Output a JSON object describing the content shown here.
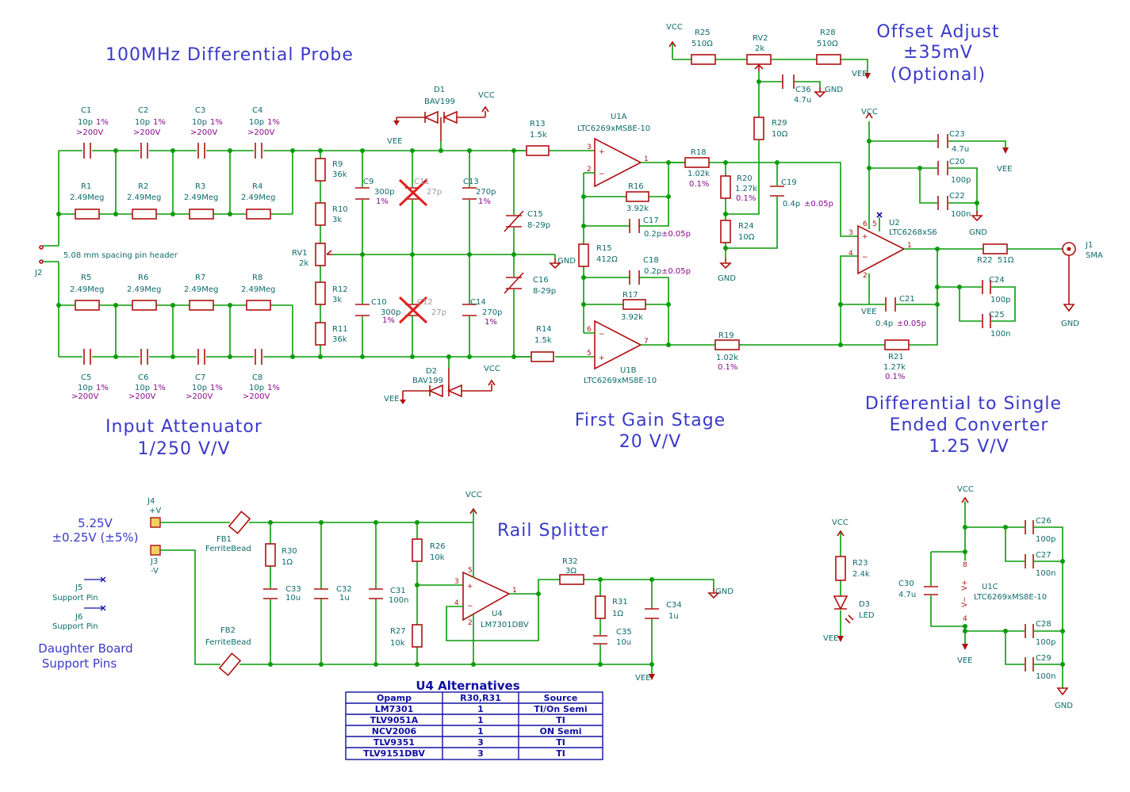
{
  "titles": {
    "main": "100MHz Differential Probe",
    "offset": [
      "Offset Adjust",
      "±35mV",
      "(Optional)"
    ],
    "attenuator": [
      "Input Attenuator",
      "1/250 V/V"
    ],
    "gain": [
      "First Gain Stage",
      "20 V/V"
    ],
    "converter": [
      "Differential to Single",
      "Ended Converter",
      "1.25 V/V"
    ],
    "rail": "Rail Splitter",
    "supply": [
      "5.25V",
      "±0.25V (±5%)"
    ],
    "daughter": [
      "Daughter Board",
      "Support Pins"
    ]
  },
  "power": {
    "vcc": "VCC",
    "vee": "VEE",
    "gnd": "GND"
  },
  "attenuator": {
    "caps_top": [
      {
        "ref": "C1",
        "val": "10p",
        "tol": "1%",
        "volt": ">200V"
      },
      {
        "ref": "C2",
        "val": "10p",
        "tol": "1%",
        "volt": ">200V"
      },
      {
        "ref": "C3",
        "val": "10p",
        "tol": "1%",
        "volt": ">200V"
      },
      {
        "ref": "C4",
        "val": "10p",
        "tol": "1%",
        "volt": ">200V"
      }
    ],
    "res_top": [
      {
        "ref": "R1",
        "val": "2.49Meg"
      },
      {
        "ref": "R2",
        "val": "2.49Meg"
      },
      {
        "ref": "R3",
        "val": "2.49Meg"
      },
      {
        "ref": "R4",
        "val": "2.49Meg"
      }
    ],
    "res_bot": [
      {
        "ref": "R5",
        "val": "2.49Meg"
      },
      {
        "ref": "R6",
        "val": "2.49Meg"
      },
      {
        "ref": "R7",
        "val": "2.49Meg"
      },
      {
        "ref": "R8",
        "val": "2.49Meg"
      }
    ],
    "caps_bot": [
      {
        "ref": "C5",
        "val": "10p",
        "tol": "1%",
        "volt": ">200V"
      },
      {
        "ref": "C6",
        "val": "10p",
        "tol": "1%",
        "volt": ">200V"
      },
      {
        "ref": "C7",
        "val": "10p",
        "tol": "1%",
        "volt": ">200V"
      },
      {
        "ref": "C8",
        "val": "10p",
        "tol": "1%",
        "volt": ">200V"
      }
    ],
    "header": {
      "ref": "J2",
      "desc": "5.08 mm spacing pin header"
    },
    "r9": {
      "ref": "R9",
      "val": "36k"
    },
    "r10": {
      "ref": "R10",
      "val": "3k"
    },
    "rv1": {
      "ref": "RV1",
      "val": "2k"
    },
    "r12": {
      "ref": "R12",
      "val": "3k"
    },
    "r11": {
      "ref": "R11",
      "val": "36k"
    },
    "c9": {
      "ref": "C9",
      "val": "300p",
      "tol": "1%"
    },
    "c10": {
      "ref": "C10",
      "val": "300p",
      "tol": "1%"
    },
    "c11": {
      "ref": "C11",
      "val": "27p"
    },
    "c12": {
      "ref": "C12",
      "val": "27p"
    },
    "c13": {
      "ref": "C13",
      "val": "270p",
      "tol": "1%"
    },
    "c14": {
      "ref": "C14",
      "val": "270p",
      "tol": "1%"
    },
    "c15": {
      "ref": "C15",
      "val": "8-29p"
    },
    "c16": {
      "ref": "C16",
      "val": "8-29p"
    },
    "d1": {
      "ref": "D1",
      "val": "BAV199"
    },
    "d2": {
      "ref": "D2",
      "val": "BAV199"
    }
  },
  "gain_stage": {
    "r13": {
      "ref": "R13",
      "val": "1.5k"
    },
    "r14": {
      "ref": "R14",
      "val": "1.5k"
    },
    "u1a": {
      "ref": "U1A",
      "val": "LTC6269xMS8E-10"
    },
    "u1b": {
      "ref": "U1B",
      "val": "LTC6269xMS8E-10"
    },
    "r16": {
      "ref": "R16",
      "val": "3.92k"
    },
    "c17": {
      "ref": "C17",
      "val": "0.2p",
      "tol": "±0.05p"
    },
    "r15": {
      "ref": "R15",
      "val": "412Ω"
    },
    "c18": {
      "ref": "C18",
      "val": "0.2p",
      "tol": "±0.05p"
    },
    "r17": {
      "ref": "R17",
      "val": "3.92k"
    }
  },
  "offset": {
    "r25": {
      "ref": "R25",
      "val": "510Ω"
    },
    "rv2": {
      "ref": "RV2",
      "val": "2k"
    },
    "r28": {
      "ref": "R28",
      "val": "510Ω"
    },
    "c36": {
      "ref": "C36",
      "val": "4.7u"
    },
    "r29": {
      "ref": "R29",
      "val": "10Ω"
    }
  },
  "converter": {
    "r18": {
      "ref": "R18",
      "val": "1.02k",
      "tol": "0.1%"
    },
    "r20": {
      "ref": "R20",
      "val": "1.27k",
      "tol": "0.1%"
    },
    "r24": {
      "ref": "R24",
      "val": "10Ω"
    },
    "c19": {
      "ref": "C19",
      "val": "0.4p",
      "tol": "±0.05p"
    },
    "r19": {
      "ref": "R19",
      "val": "1.02k",
      "tol": "0.1%"
    },
    "r21": {
      "ref": "R21",
      "val": "1.27k",
      "tol": "0.1%"
    },
    "c21": {
      "ref": "C21",
      "val": "0.4p",
      "tol": "±0.05p"
    },
    "u2": {
      "ref": "U2",
      "val": "LTC6268xS6"
    },
    "c23": {
      "ref": "C23",
      "val": "4.7u"
    },
    "c20": {
      "ref": "C20",
      "val": "100p"
    },
    "c22": {
      "ref": "C22",
      "val": "100n"
    },
    "r22": {
      "ref": "R22",
      "val": "51Ω"
    },
    "c24": {
      "ref": "C24",
      "val": "100p"
    },
    "c25": {
      "ref": "C25",
      "val": "100n"
    },
    "j1": {
      "ref": "J1",
      "val": "SMA"
    }
  },
  "rail": {
    "j4": {
      "ref": "J4",
      "val": "+V"
    },
    "j3": {
      "ref": "J3",
      "val": "-V"
    },
    "fb1": {
      "ref": "FB1",
      "val": "FerriteBead"
    },
    "fb2": {
      "ref": "FB2",
      "val": "FerriteBead"
    },
    "r30": {
      "ref": "R30",
      "val": "1Ω"
    },
    "c33": {
      "ref": "C33",
      "val": "10u"
    },
    "c32": {
      "ref": "C32",
      "val": "1u"
    },
    "c31": {
      "ref": "C31",
      "val": "100n"
    },
    "r26": {
      "ref": "R26",
      "val": "10k"
    },
    "r27": {
      "ref": "R27",
      "val": "10k"
    },
    "u4": {
      "ref": "U4",
      "val": "LM7301DBV"
    },
    "r32": {
      "ref": "R32",
      "val": "3Ω"
    },
    "r31": {
      "ref": "R31",
      "val": "1Ω"
    },
    "c35": {
      "ref": "C35",
      "val": "10u"
    },
    "c34": {
      "ref": "C34",
      "val": "1u"
    },
    "j5": {
      "ref": "J5",
      "val": "Support Pin"
    },
    "j6": {
      "ref": "J6",
      "val": "Support Pin"
    }
  },
  "led": {
    "r23": {
      "ref": "R23",
      "val": "2.4k"
    },
    "d3": {
      "ref": "D3",
      "val": "LED"
    }
  },
  "decoupling": {
    "u1c": {
      "ref": "U1C",
      "val": "LTC6269xMS8E-10"
    },
    "c30": {
      "ref": "C30",
      "val": "4.7u"
    },
    "c26": {
      "ref": "C26",
      "val": "100p"
    },
    "c27": {
      "ref": "C27",
      "val": "100n"
    },
    "c28": {
      "ref": "C28",
      "val": "100p"
    },
    "c29": {
      "ref": "C29",
      "val": "100n"
    }
  },
  "table": {
    "title": "U4 Alternatives",
    "headers": [
      "Opamp",
      "R30,R31",
      "Source"
    ],
    "rows": [
      [
        "LM7301",
        "1",
        "TI/On Semi"
      ],
      [
        "TLV9051A",
        "1",
        "TI"
      ],
      [
        "NCV2006",
        "1",
        "ON Semi"
      ],
      [
        "TLV9351",
        "3",
        "TI"
      ],
      [
        "TLV9151DBV",
        "3",
        "TI"
      ]
    ]
  },
  "pin_numbers": {
    "u1a": [
      "3",
      "2",
      "1"
    ],
    "u1b": [
      "6",
      "5",
      "7"
    ],
    "u2": [
      "3",
      "4",
      "1",
      "6",
      "5",
      "2"
    ],
    "u4": [
      "3",
      "4",
      "1",
      "5",
      "2"
    ],
    "u1c": [
      "8",
      "4"
    ]
  },
  "colors": {
    "wire": "#0a9c0a",
    "component": "#b01010",
    "label": "#0d6b6b",
    "tolerance": "#8a0a8a",
    "title": "#3a3ac8",
    "dnp": "#e02020"
  }
}
